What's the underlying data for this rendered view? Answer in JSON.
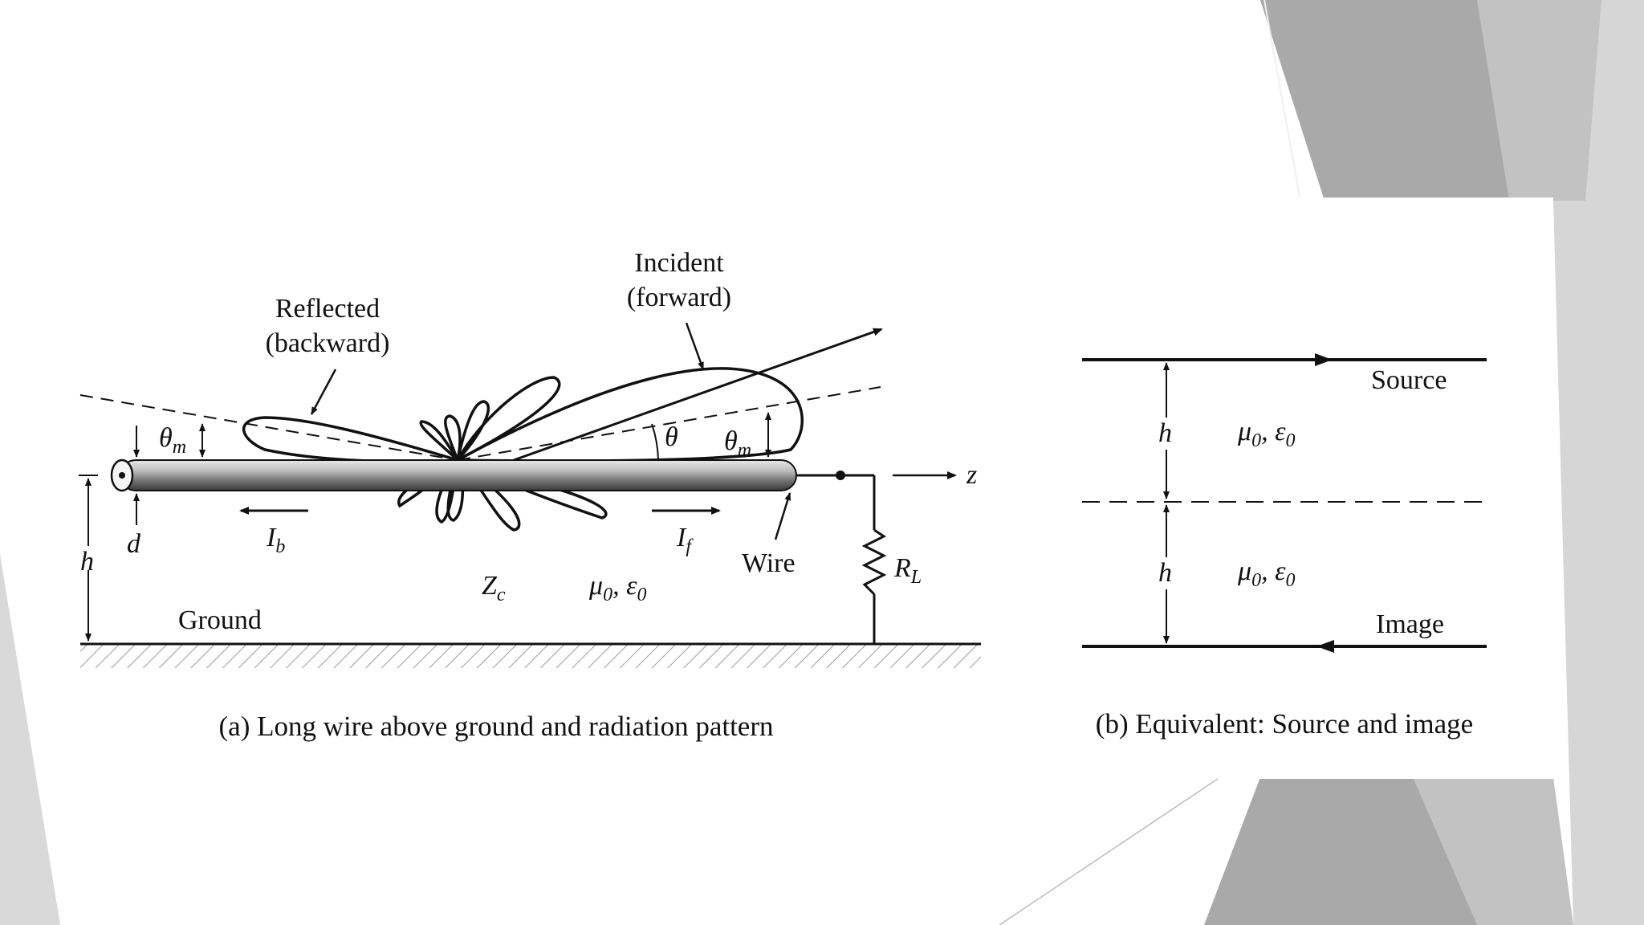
{
  "slide": {
    "accent_colors": [
      "#a9a9a9",
      "#c2c2c2",
      "#d6d6d6",
      "#b3b3b3"
    ]
  },
  "figure_a": {
    "reflected_label": [
      "Reflected",
      "(backward)"
    ],
    "incident_label": [
      "Incident",
      "(forward)"
    ],
    "theta_m": "θ",
    "theta_m_sub": "m",
    "theta": "θ",
    "z_axis": "z",
    "d": "d",
    "h": "h",
    "i_b": "I",
    "i_b_sub": "b",
    "i_f": "I",
    "i_f_sub": "f",
    "wire_label": "Wire",
    "r_l": "R",
    "r_l_sub": "L",
    "z_c": "Z",
    "z_c_sub": "c",
    "mu_eps": "μ",
    "mu_eps_rest": "0",
    "mu_eps_comma": ", ε",
    "mu_eps_sub2": "0",
    "ground_label": "Ground",
    "caption": "(a) Long wire above ground and radiation pattern"
  },
  "figure_b": {
    "source_label": "Source",
    "image_label": "Image",
    "h": "h",
    "mu": "μ",
    "mu_sub": "0",
    "eps": ", ε",
    "eps_sub": "0",
    "caption": "(b) Equivalent: Source and image"
  }
}
